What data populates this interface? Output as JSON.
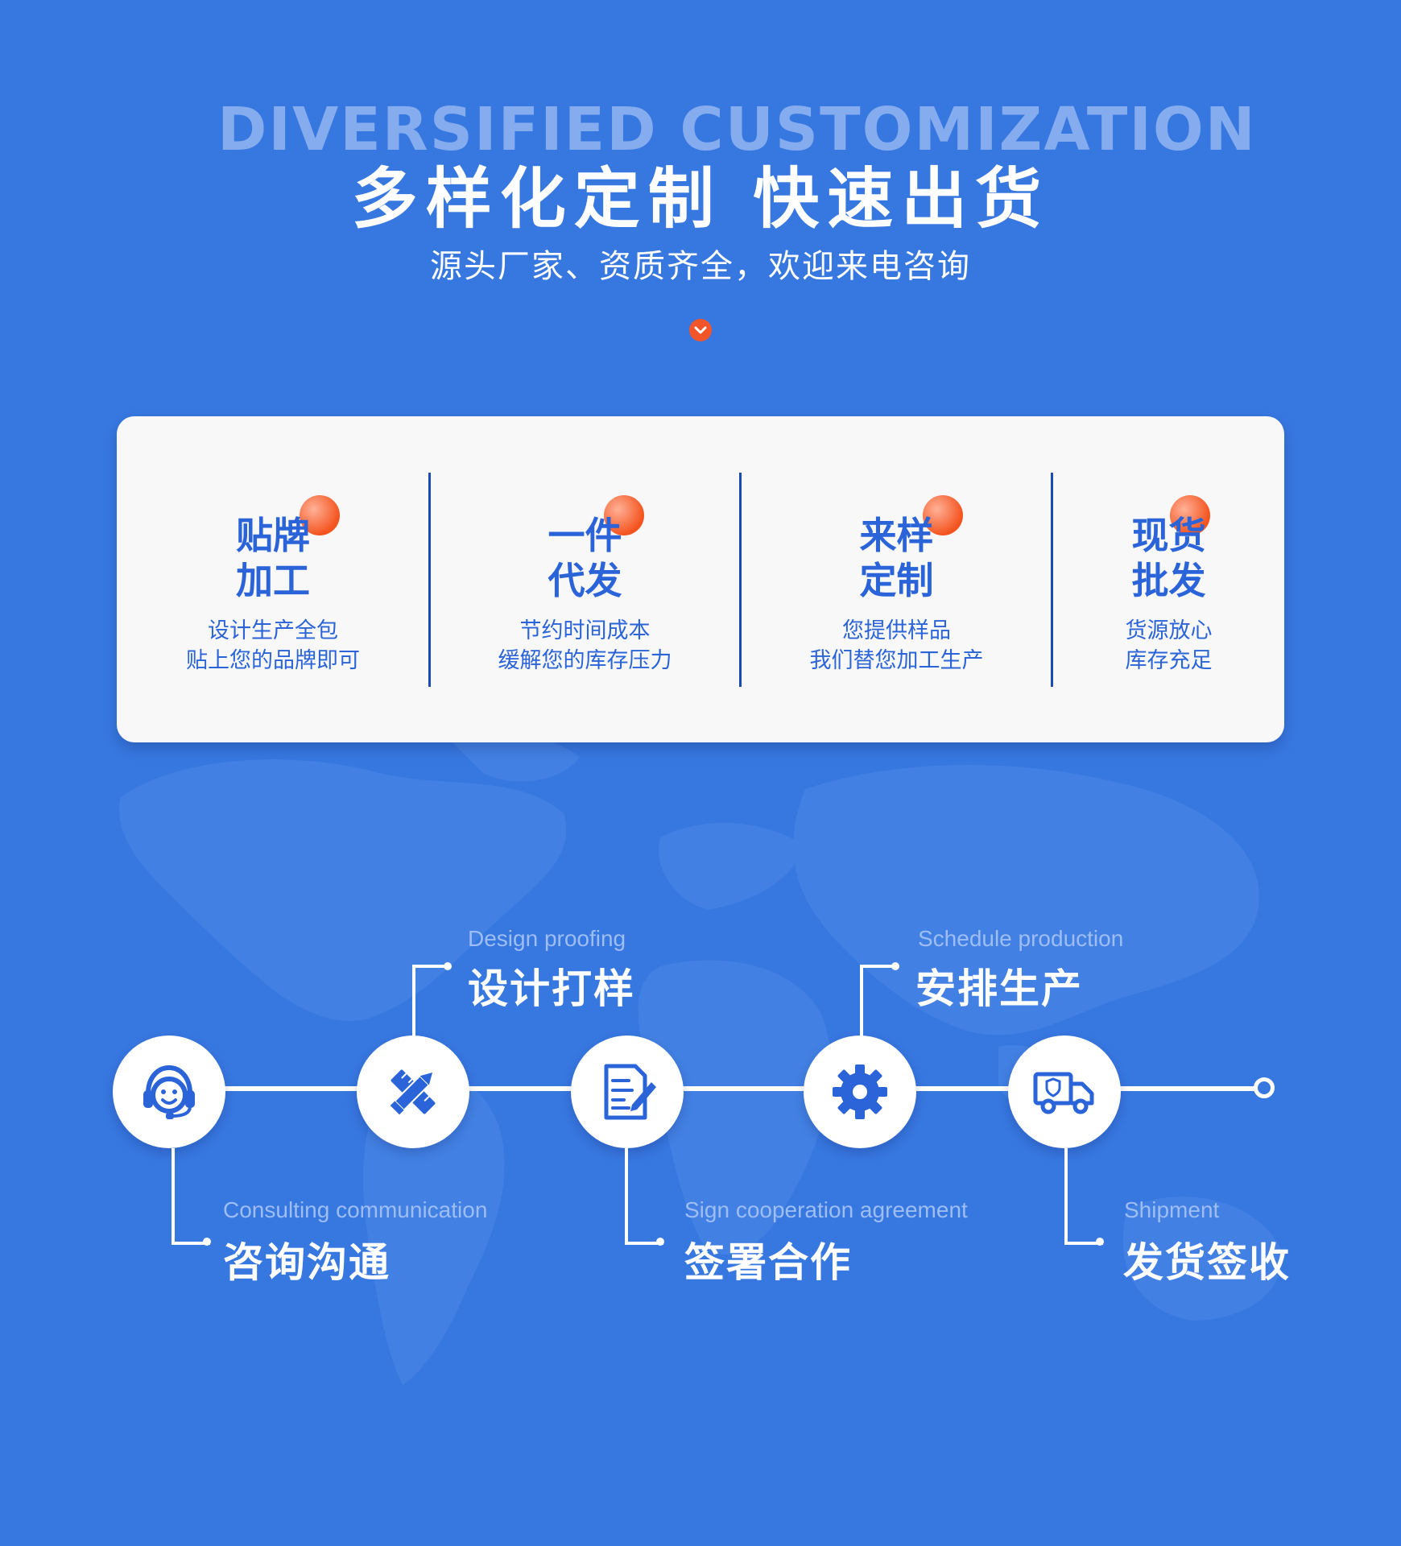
{
  "header": {
    "background_text": "DIVERSIFIED CUSTOMIZATION",
    "title": "多样化定制 快速出货",
    "subtitle": "源头厂家、资质齐全，欢迎来电咨询",
    "accent_color": "#f2552a",
    "down_icon": "chevron-down-icon"
  },
  "features": [
    {
      "title_1": "贴牌",
      "title_2": "加工",
      "desc_1": "设计生产全包",
      "desc_2": "贴上您的品牌即可"
    },
    {
      "title_1": "一件",
      "title_2": "代发",
      "desc_1": "节约时间成本",
      "desc_2": "缓解您的库存压力"
    },
    {
      "title_1": "来样",
      "title_2": "定制",
      "desc_1": "您提供样品",
      "desc_2": "我们替您加工生产"
    },
    {
      "title_1": "现货",
      "title_2": "批发",
      "desc_1": "货源放心",
      "desc_2": "库存充足"
    }
  ],
  "process": {
    "steps": [
      {
        "en": "Consulting communication",
        "cn": "咨询沟通",
        "icon": "headset-icon"
      },
      {
        "en": "Design proofing",
        "cn": "设计打样",
        "icon": "ruler-pencil-icon"
      },
      {
        "en": "Sign cooperation agreement",
        "cn": "签署合作",
        "icon": "document-edit-icon"
      },
      {
        "en": "Schedule production",
        "cn": "安排生产",
        "icon": "gear-icon"
      },
      {
        "en": "Shipment",
        "cn": "发货签收",
        "icon": "delivery-truck-icon"
      }
    ]
  },
  "colors": {
    "background": "#3777e0",
    "card": "#f8f8f9",
    "feature_text": "#2a64d8",
    "divider": "#1a4bb0",
    "icon_blue": "#2a64d8"
  }
}
